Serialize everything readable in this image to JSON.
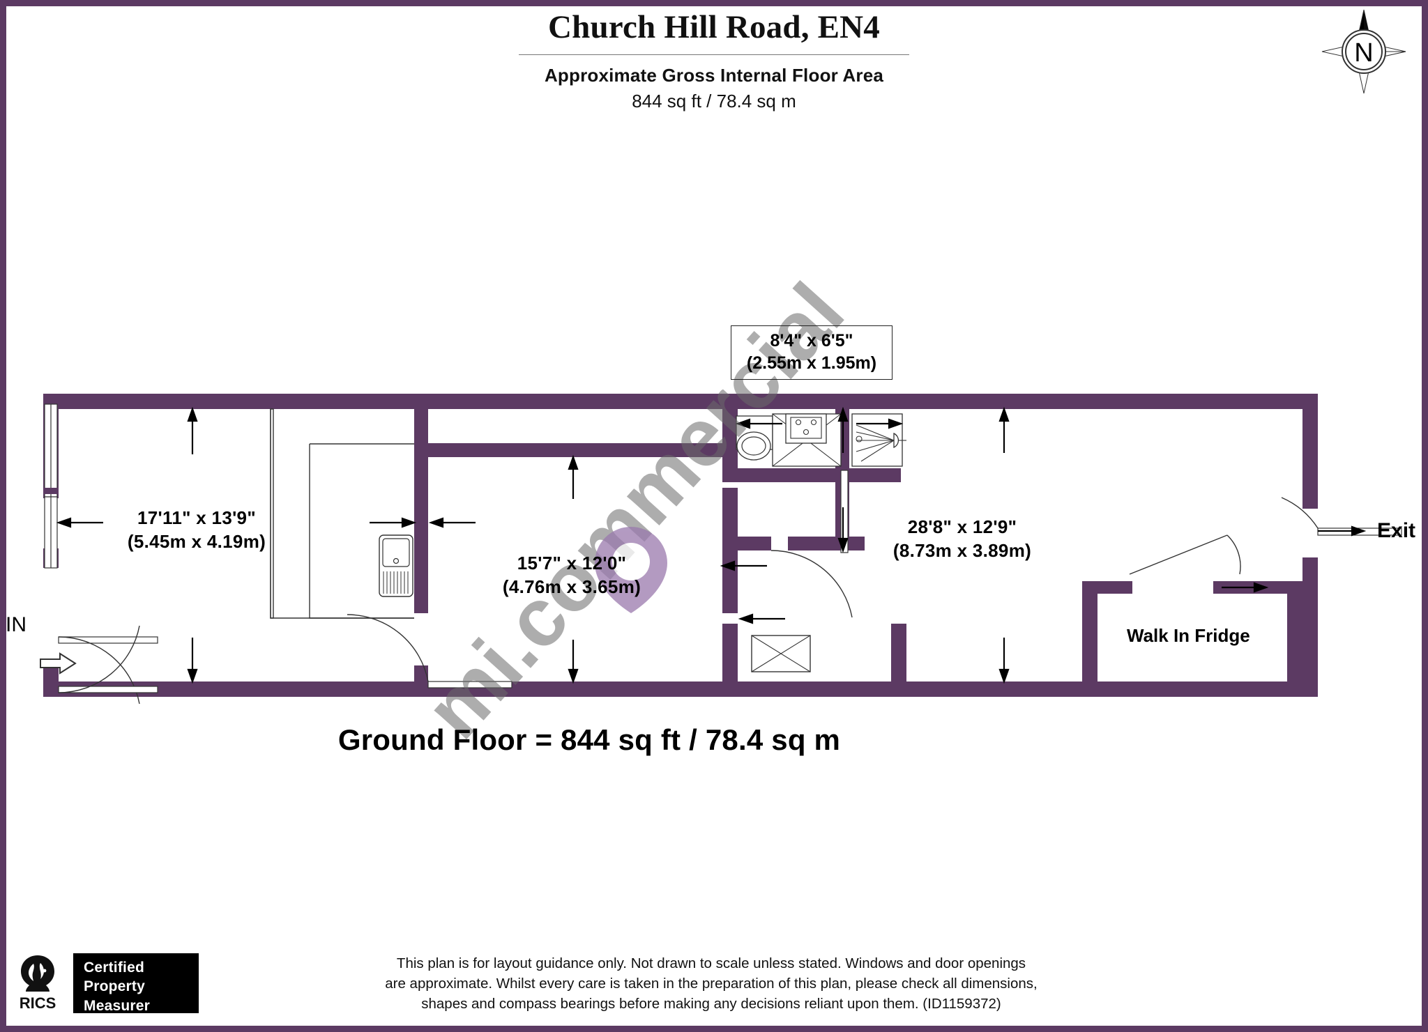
{
  "header": {
    "title": "Church Hill Road, EN4",
    "area_caption": "Approximate Gross Internal Floor Area",
    "area_value": "844 sq ft / 78.4 sq m"
  },
  "compass": {
    "label": "N",
    "name": "north-compass-rose"
  },
  "plan": {
    "wall_color": "#5c3a63",
    "line_color": "#222222",
    "rooms": [
      {
        "id": "front-room",
        "imperial": "17'11\" x 13'9\"",
        "metric": "(5.45m x 4.19m)"
      },
      {
        "id": "middle-room",
        "imperial": "15'7\" x 12'0\"",
        "metric": "(4.76m x 3.65m)"
      },
      {
        "id": "rear-room",
        "imperial": "28'8\" x 12'9\"",
        "metric": "(8.73m x 3.89m)"
      },
      {
        "id": "wc-room",
        "imperial": "8'4\" x 6'5\"",
        "metric": "(2.55m x 1.95m)"
      }
    ],
    "walk_in_fridge_label": "Walk In Fridge",
    "exit_label": "Exit",
    "in_label": "IN"
  },
  "floor_caption": "Ground Floor  = 844 sq ft / 78.4 sq m",
  "watermark": {
    "text": "mi.commercial"
  },
  "footer": {
    "rics_label": "RICS",
    "badge_line1": "Certified",
    "badge_line2": "Property",
    "badge_line3": "Measurer",
    "disclaimer_line1": "This plan is for layout guidance only. Not drawn to scale unless stated. Windows and door openings",
    "disclaimer_line2": "are approximate. Whilst every care is taken in the preparation of this plan, please check all dimensions,",
    "disclaimer_line3": "shapes and compass bearings before making any decisions reliant upon them. (ID1159372)"
  }
}
